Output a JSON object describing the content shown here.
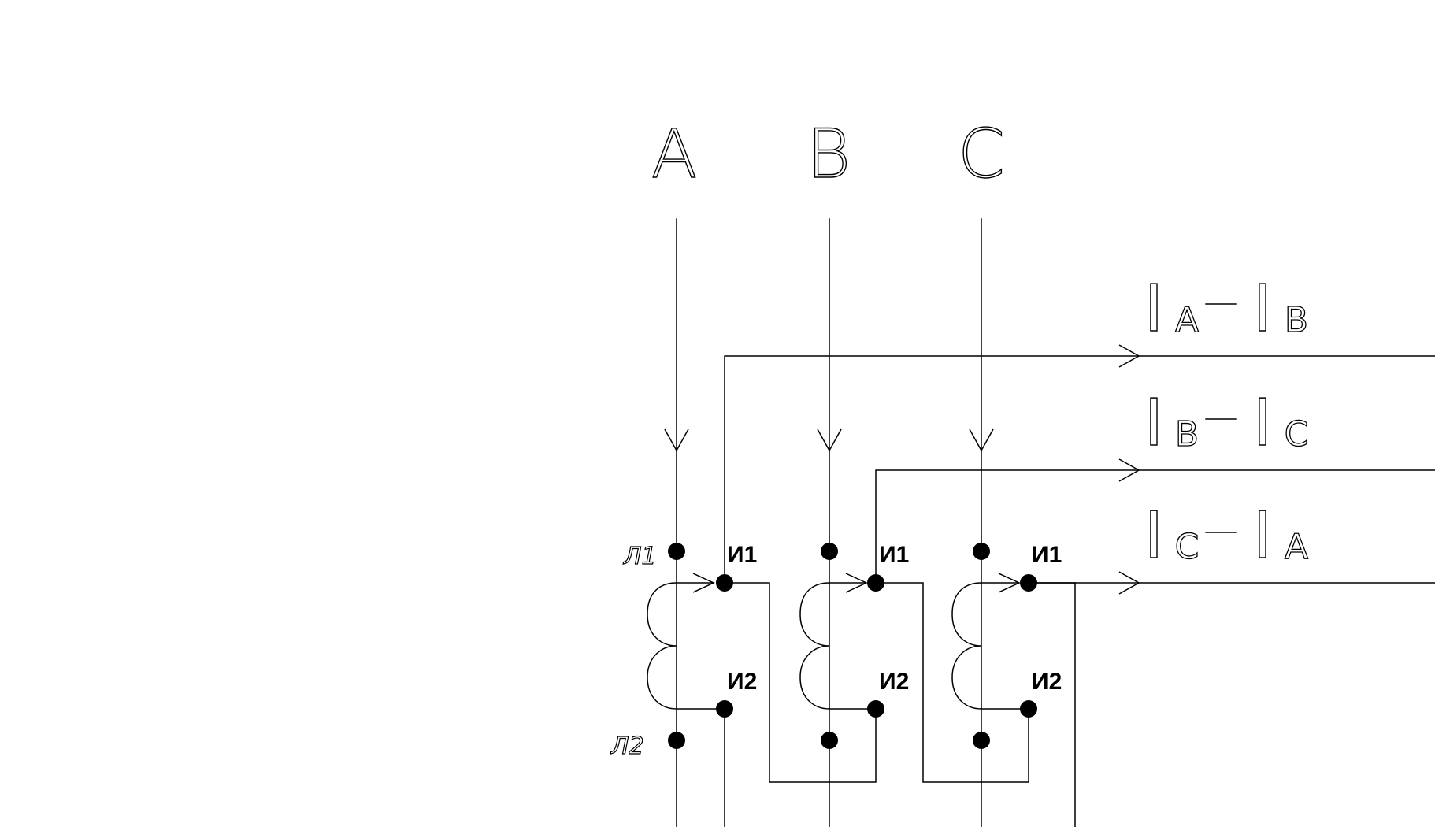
{
  "phases": [
    "A",
    "B",
    "C"
  ],
  "outputs": [
    {
      "left_sub": "A",
      "right_sub": "B"
    },
    {
      "left_sub": "B",
      "right_sub": "C"
    },
    {
      "left_sub": "C",
      "right_sub": "A"
    }
  ],
  "current_symbol": "I",
  "terminals": {
    "primary_start": "Л1",
    "primary_end": "Л2",
    "secondary_start": "И1",
    "secondary_end": "И2"
  }
}
